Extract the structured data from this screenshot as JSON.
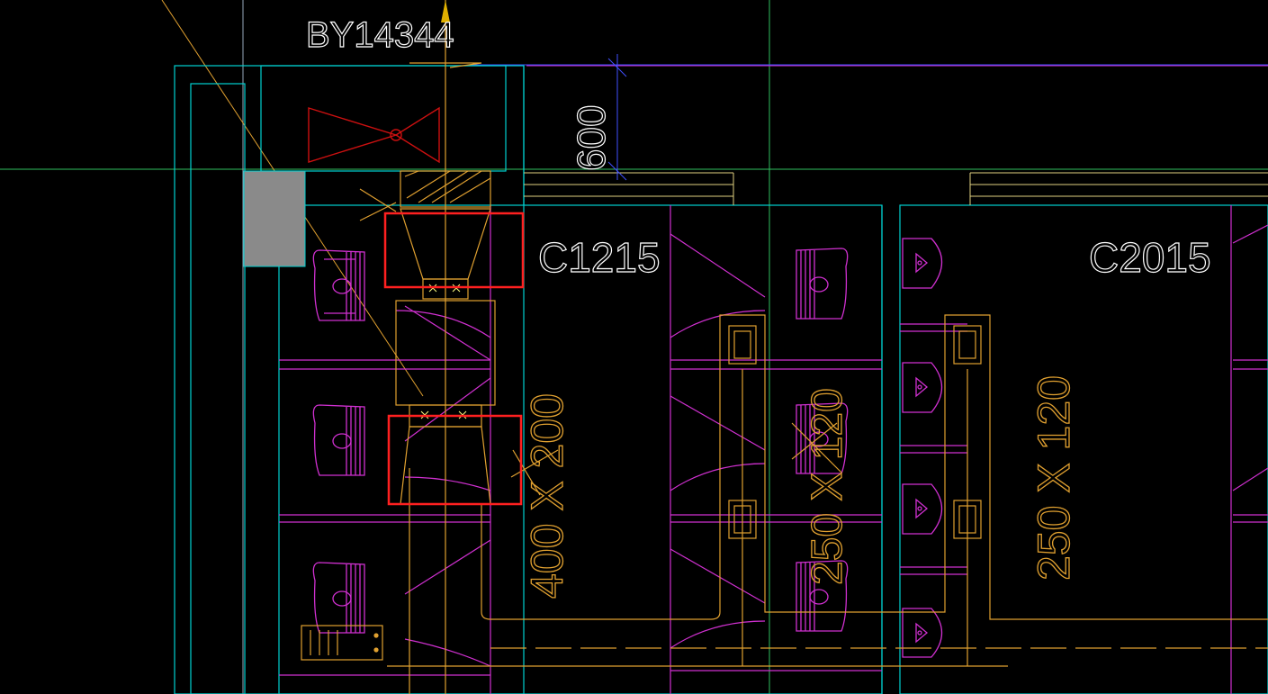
{
  "labels": {
    "drawing_id": "BY14344",
    "room_c1": "C1215",
    "room_c2": "C2015",
    "duct_400x200": "400 X 200",
    "duct_250x120_a": "250 X 120",
    "duct_250x120_b": "250 X 120",
    "dim_vertical": "600"
  },
  "colors": {
    "background": "#000000",
    "wall_cyan": "#00d0d0",
    "duct_orange": "#e0a030",
    "fixture_magenta": "#d030d0",
    "text_white": "#ffffff",
    "highlight_red": "#ff2020",
    "fill_gray": "#8a8a8a",
    "guide_green": "#30c060",
    "guide_blue": "#4050ff",
    "fan_red": "#cc1010",
    "arrow_yellow": "#e0b000"
  }
}
